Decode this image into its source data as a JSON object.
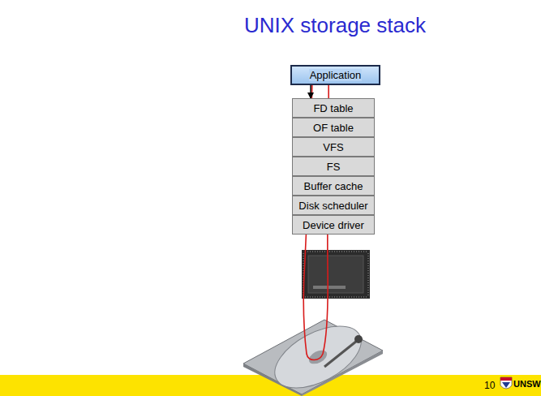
{
  "diagram": {
    "title": "UNIX storage stack",
    "nodes": [
      {
        "text": [
          "Application"
        ]
      },
      {
        "text": [
          "FD table"
        ]
      },
      {
        "text": [
          "OF table"
        ]
      },
      {
        "text": [
          "VFS"
        ]
      },
      {
        "text": [
          "FS"
        ]
      },
      {
        "text": [
          "Buffer cache"
        ]
      },
      {
        "text": [
          "Disk scheduler"
        ]
      },
      {
        "text": [
          "Device driver"
        ]
      }
    ],
    "edges": [
      {
        "from": 0,
        "to": 1,
        "arrow": "to"
      }
    ],
    "labels": [
      "10",
      "UNSW"
    ]
  }
}
